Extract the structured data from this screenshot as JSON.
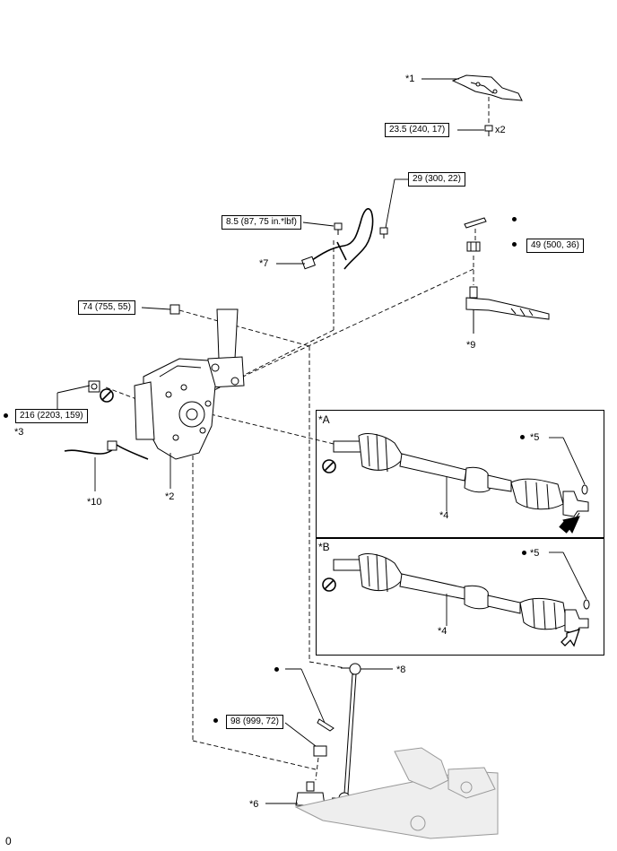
{
  "callouts": {
    "c1": "*1",
    "c2": "*2",
    "c3": "*3",
    "c4a": "*4",
    "c4b": "*4",
    "c5a": "*5",
    "c5b": "*5",
    "c6": "*6",
    "c7": "*7",
    "c8": "*8",
    "c9": "*9",
    "c10": "*10"
  },
  "torques": {
    "t1": "23.5 (240, 17)",
    "t2": "8.5 (87, 75 in.*lbf)",
    "t3": "29 (300, 22)",
    "t4": "49 (500, 36)",
    "t5": "74 (755, 55)",
    "t6": "216 (2203, 159)",
    "t7": "98 (999, 72)"
  },
  "quantity": "x2",
  "panels": {
    "a": "*A",
    "b": "*B"
  },
  "footer": "0",
  "colors": {
    "line": "#000000",
    "part": "#ffffff",
    "shade": "#bbbbbb"
  }
}
